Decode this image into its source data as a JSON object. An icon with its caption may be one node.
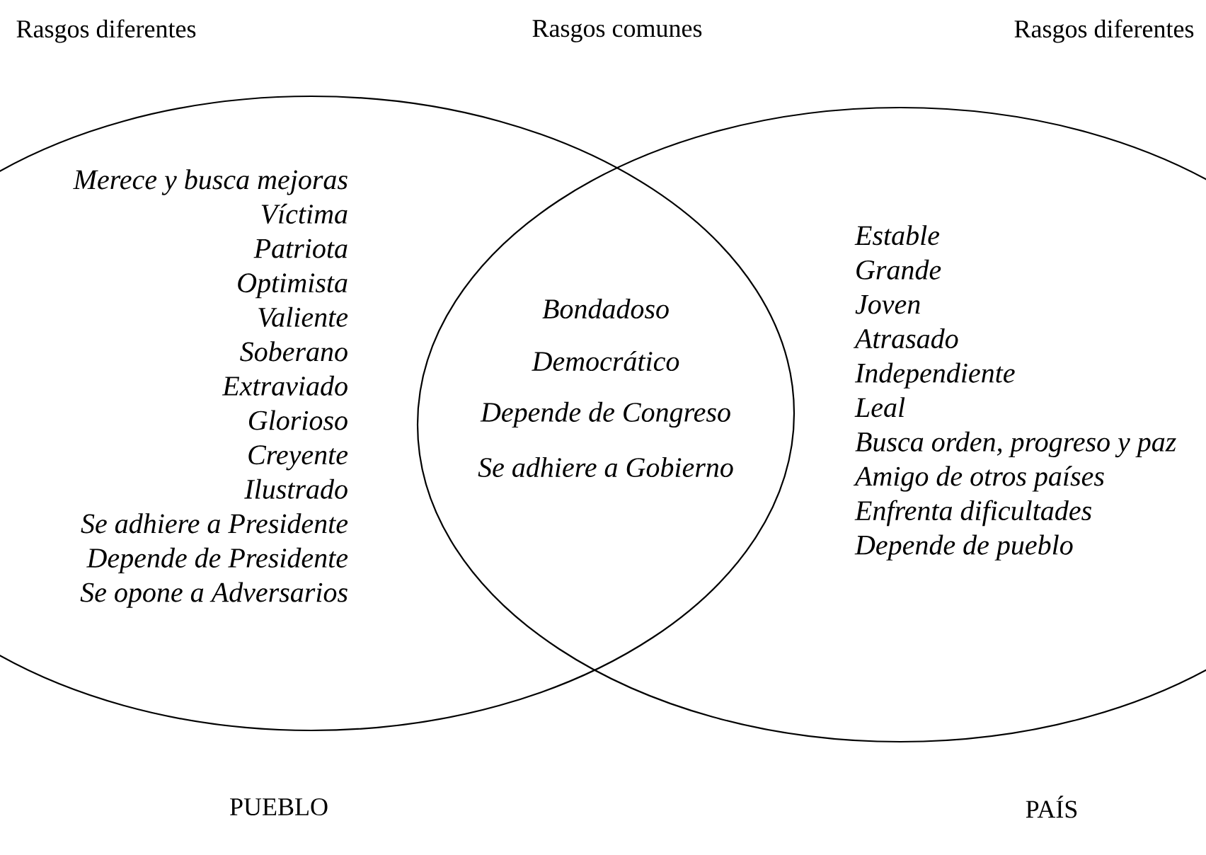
{
  "diagram": {
    "nodes": [
      {
        "text": [
          "Merece y busca mejoras",
          "Víctima",
          "Patriota",
          "Optimista",
          "Valiente",
          "Soberano",
          "Extraviado",
          "Glorioso",
          "Creyente",
          "Ilustrado",
          "Se adhiere a Presidente",
          "Depende de Presidente",
          "Se opone a Adversarios"
        ],
        "beside": [
          "PUEBLO"
        ]
      },
      {
        "text": [
          "Estable",
          "Grande",
          "Joven",
          "Atrasado",
          "Independiente",
          "Leal",
          "Busca orden, progreso y paz",
          "Amigo de otros países",
          "Enfrenta dificultades",
          "Depende de pueblo"
        ],
        "beside": [
          "PAÍS"
        ]
      }
    ],
    "labels": [
      "Rasgos diferentes",
      "Rasgos comunes",
      "Rasgos diferentes",
      "Bondadoso",
      "Democrático",
      "Depende de Congreso",
      "Se adhiere a Gobierno"
    ]
  }
}
